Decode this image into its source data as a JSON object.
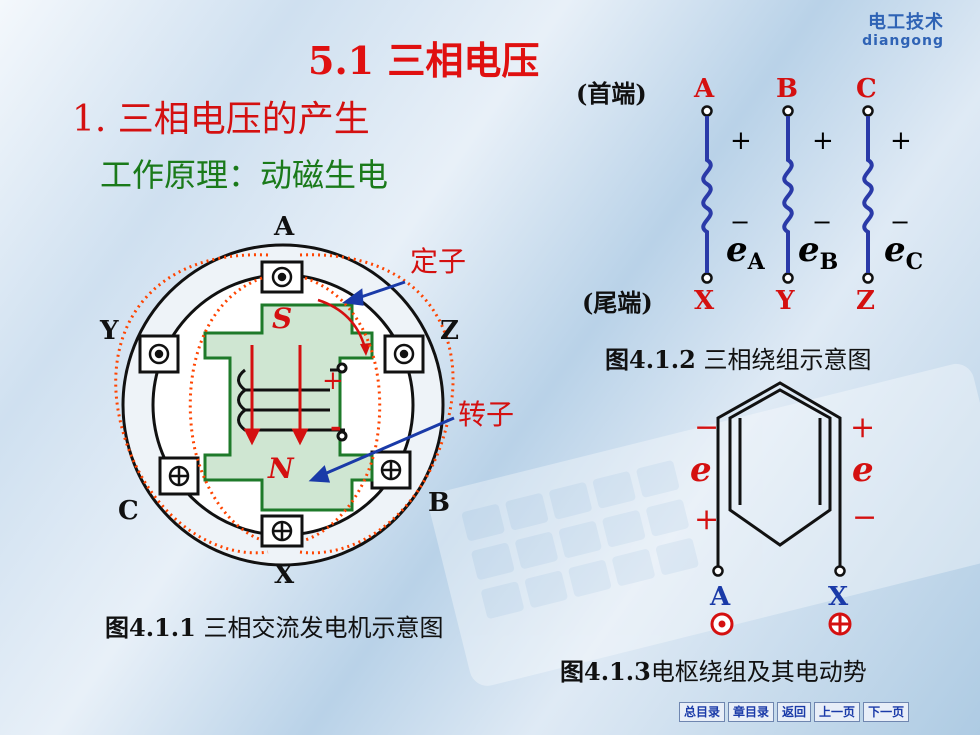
{
  "brand": {
    "cn": "电工技术",
    "en": "diangong"
  },
  "title": "5.1  三相电压",
  "subtitle1": "1. 三相电压的产生",
  "subtitle2": "工作原理：动磁生电",
  "generator": {
    "label_A": "A",
    "label_B": "B",
    "label_C": "C",
    "label_X": "X",
    "label_Y": "Y",
    "label_Z": "Z",
    "stator": "定子",
    "rotor": "转子",
    "pole_S": "S",
    "pole_N": "N",
    "plus": "+",
    "minus": "-",
    "caption_fig": "图4.1.1",
    "caption_text": " 三相交流发电机示意图"
  },
  "windings": {
    "head": "(首端)",
    "tail": "(尾端)",
    "tops": [
      "A",
      "B",
      "C"
    ],
    "bottoms": [
      "X",
      "Y",
      "Z"
    ],
    "plus": "+",
    "minus": "−",
    "emf": "e",
    "subs": [
      "A",
      "B",
      "C"
    ],
    "caption_fig": "图4.1.2",
    "caption_text": " 三相绕组示意图"
  },
  "armature": {
    "minus": "−",
    "plus": "+",
    "emf": "e",
    "label_A": "A",
    "label_X": "X",
    "caption_fig": "图4.1.3",
    "caption_text": "电枢绕组及其电动势"
  },
  "nav": [
    "总目录",
    "章目录",
    "返回",
    "上一页",
    "下一页"
  ],
  "colors": {
    "title": "#e01010",
    "green": "#1a7a1a",
    "coil": "#2a3aa8",
    "red": "#d41010",
    "field": "#ff4400"
  }
}
